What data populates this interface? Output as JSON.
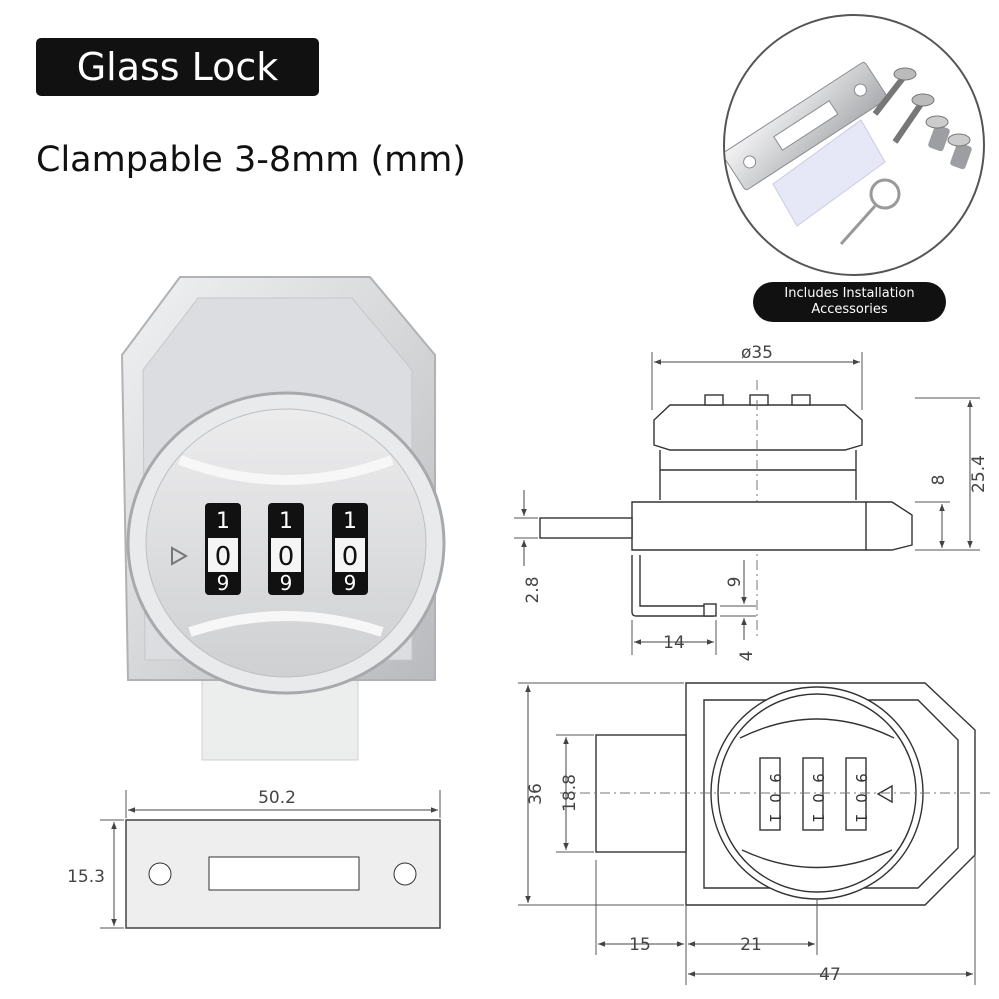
{
  "header": {
    "title": "Glass Lock",
    "subtitle": "Clampable 3-8mm (mm)"
  },
  "accessories": {
    "label_line1": "Includes Installation",
    "label_line2": "Accessories"
  },
  "dial": {
    "wheels": [
      {
        "top": "1",
        "mid": "0",
        "bottom": "9"
      },
      {
        "top": "1",
        "mid": "0",
        "bottom": "9"
      },
      {
        "top": "1",
        "mid": "0",
        "bottom": "9"
      }
    ]
  },
  "dimensions": {
    "plate_width": "50.2",
    "plate_height": "15.3",
    "diameter": "ø35",
    "height_total": "25.4",
    "height_base": "8",
    "tongue_thickness": "2.8",
    "cam_drop": "9",
    "cam_length": "14",
    "cam_gap": "4",
    "front_height": "36",
    "front_offset": "18.8",
    "front_left": "15",
    "front_center": "21",
    "front_width": "47"
  },
  "colors": {
    "badge_bg": "#111111",
    "badge_text": "#ffffff",
    "metal": "#d9dadc",
    "line": "#333333"
  }
}
